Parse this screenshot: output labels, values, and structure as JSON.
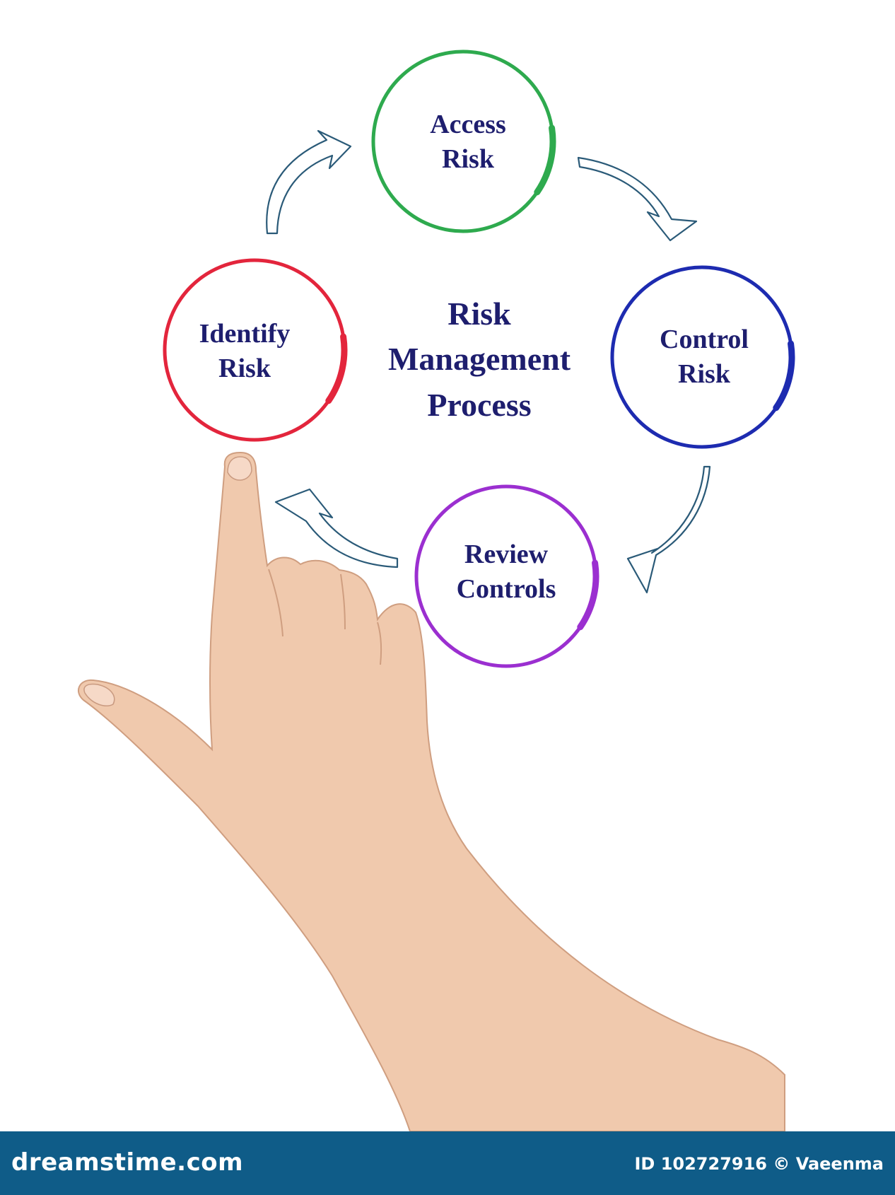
{
  "diagram": {
    "title": "Risk\nManagement\nProcess",
    "nodes": [
      {
        "id": "access",
        "label": "Access\nRisk",
        "color": "#2eaa4e"
      },
      {
        "id": "control",
        "label": "Control\nRisk",
        "color": "#1d2bb0"
      },
      {
        "id": "review",
        "label": "Review\nControls",
        "color": "#9b2fd0"
      },
      {
        "id": "identify",
        "label": "Identify\nRisk",
        "color": "#e3253c"
      }
    ],
    "arrow_color": "#2a5a78"
  },
  "footer": {
    "brand": "dreamstime.com",
    "credit": "ID 102727916 © Vaeenma"
  }
}
